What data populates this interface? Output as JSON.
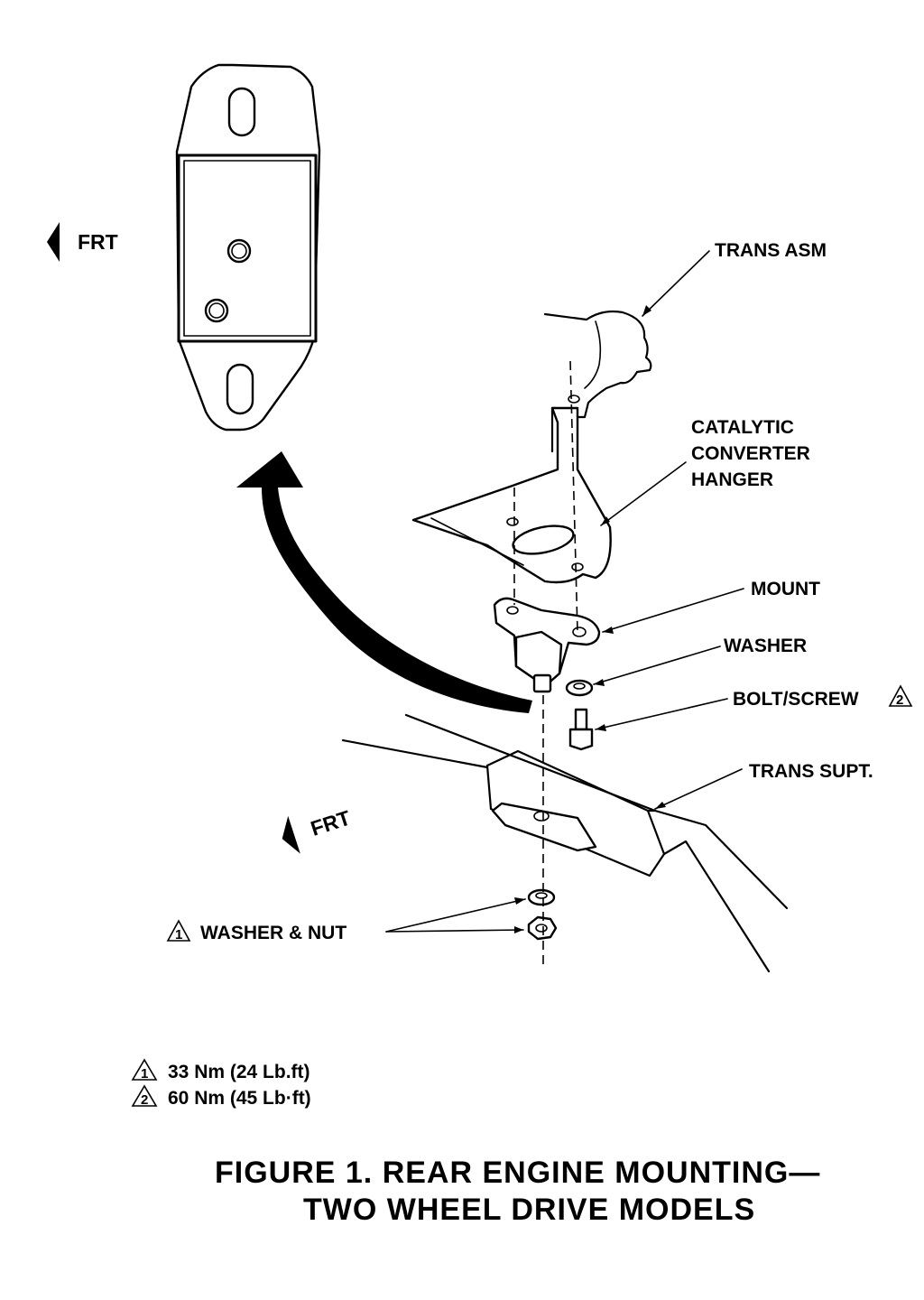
{
  "labels": {
    "frt_top": "FRT",
    "frt_mid": "FRT",
    "trans_asm": "TRANS ASM",
    "catalytic_line1": "CATALYTIC",
    "catalytic_line2": "CONVERTER",
    "catalytic_line3": "HANGER",
    "mount": "MOUNT",
    "washer": "WASHER",
    "bolt_screw": "BOLT/SCREW",
    "bolt_screw_ref": "2",
    "trans_supt": "TRANS SUPT.",
    "washer_nut": "WASHER & NUT",
    "washer_nut_ref": "1"
  },
  "torque_specs": [
    {
      "ref": "1",
      "text": "33 Nm (24 Lb.ft)"
    },
    {
      "ref": "2",
      "text": "60 Nm (45 Lb·ft)"
    }
  ],
  "title": {
    "line1": "FIGURE 1. REAR ENGINE MOUNTING—",
    "line2": "TWO WHEEL DRIVE MODELS"
  }
}
